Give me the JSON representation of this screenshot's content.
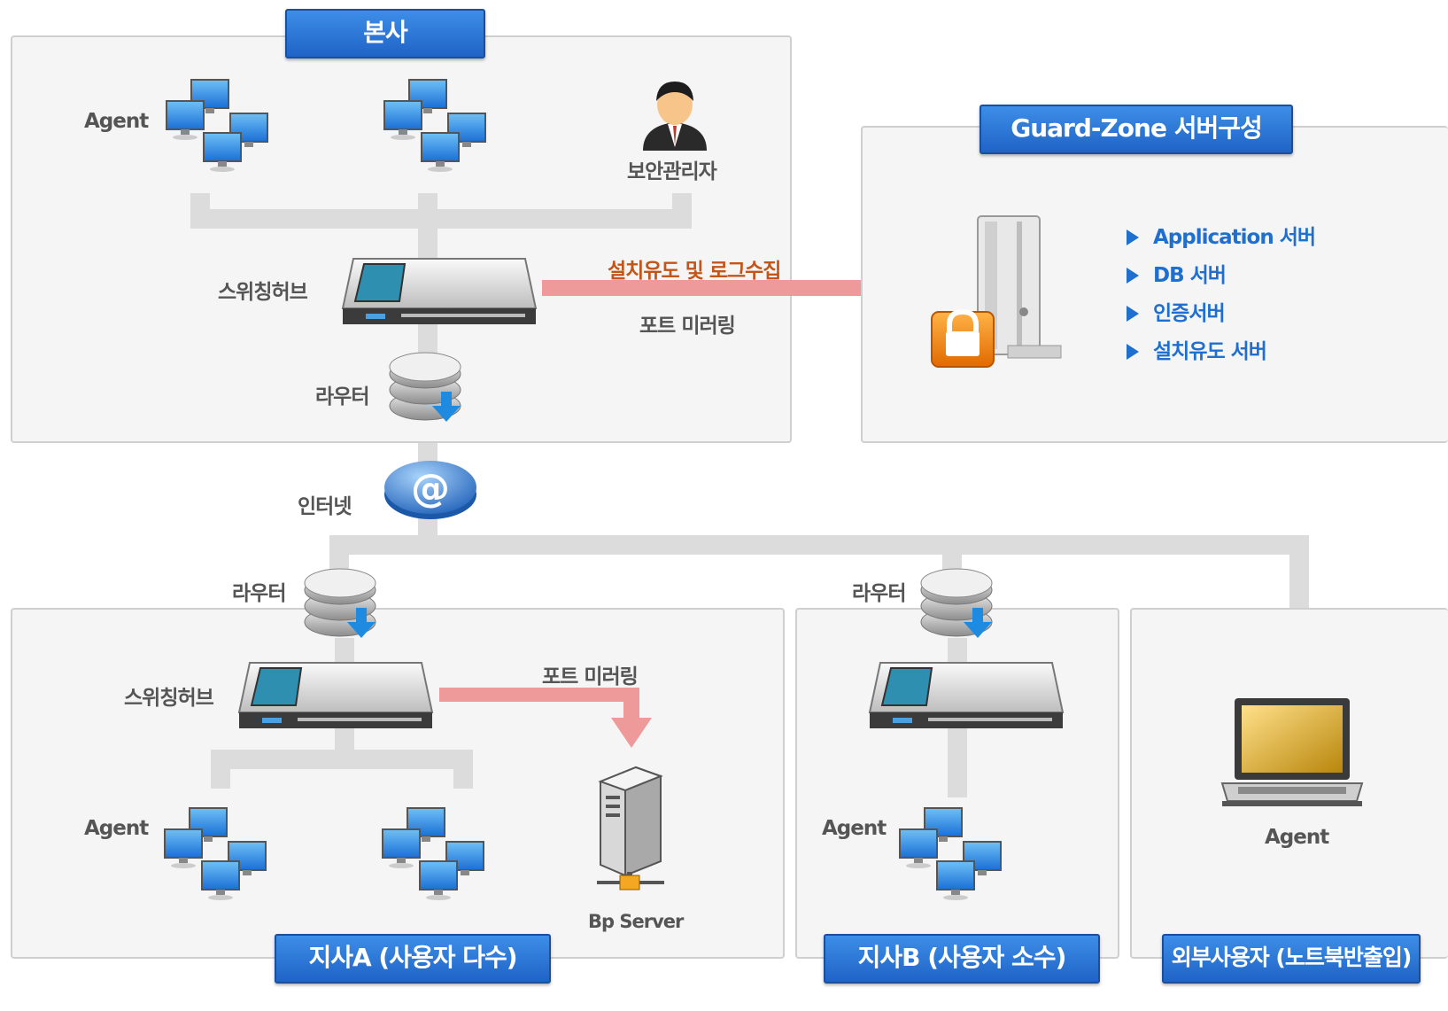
{
  "hq": {
    "badge": "본사",
    "agent_label": "Agent",
    "admin_label": "보안관리자",
    "hub_label": "스위칭허브",
    "router_label": "라우터"
  },
  "links": {
    "install_log": "설치유도 및 로그수집",
    "port_mirroring_top": "포트 미러링",
    "port_mirroring_branch": "포트 미러링"
  },
  "guardzone": {
    "badge": "Guard-Zone 서버구성",
    "servers": [
      "Application 서버",
      "DB 서버",
      "인증서버",
      "설치유도 서버"
    ]
  },
  "internet": {
    "label": "인터넷"
  },
  "branch_a": {
    "badge": "지사A (사용자 다수)",
    "router_label": "라우터",
    "hub_label": "스위칭허브",
    "agent_label": "Agent",
    "bp_server": "Bp Server"
  },
  "branch_b": {
    "badge": "지사B (사용자 소수)",
    "router_label": "라우터",
    "agent_label": "Agent"
  },
  "external": {
    "badge": "외부사용자 (노트북반출입)",
    "agent_label": "Agent"
  },
  "colors": {
    "accent_blue": "#1f63c6",
    "arrow_pink": "#ee9a9a",
    "label_orange": "#c2561a"
  }
}
